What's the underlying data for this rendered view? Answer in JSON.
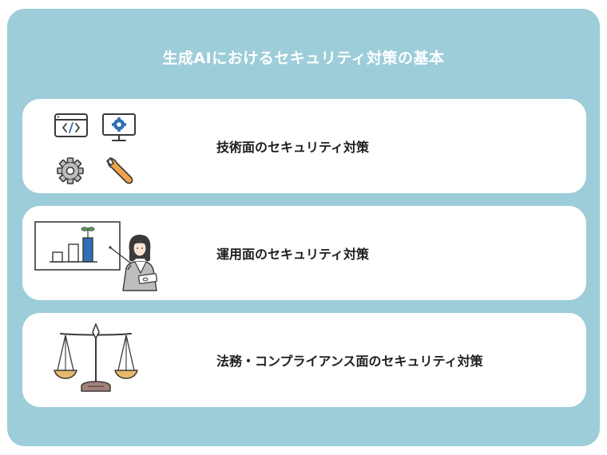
{
  "title": "生成AIにおけるセキュリティ対策の基本",
  "items": [
    {
      "label": "技術面のセキュリティ対策",
      "icons": [
        "code-window-icon",
        "monitor-gear-icon",
        "gear-icon",
        "wrench-icon"
      ]
    },
    {
      "label": "運用面のセキュリティ対策",
      "icons": [
        "presenter-chart-icon"
      ]
    },
    {
      "label": "法務・コンプライアンス面のセキュリティ対策",
      "icons": [
        "balance-scale-icon"
      ]
    }
  ],
  "colors": {
    "panel_background": "#9dcdd9",
    "card_background": "#ffffff",
    "title_text": "#ffffff",
    "label_text": "#1e1e1e",
    "accent_blue": "#2f6fb5",
    "accent_orange": "#f0a24a",
    "accent_tan": "#e8b86a"
  }
}
